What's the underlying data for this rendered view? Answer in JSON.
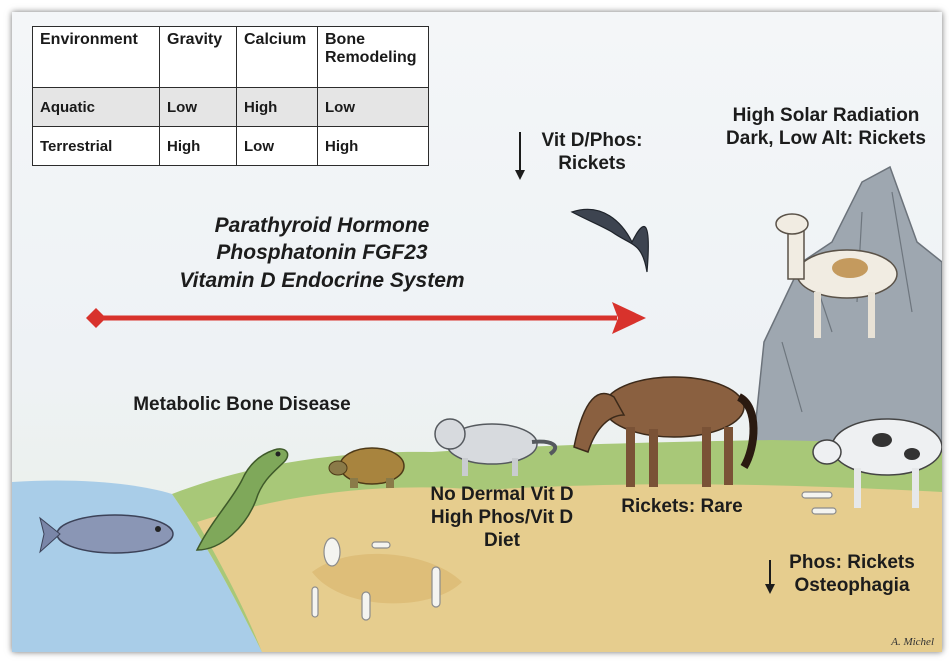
{
  "table": {
    "headers": [
      "Environment",
      "Gravity",
      "Calcium",
      "Bone Remodeling"
    ],
    "rows": [
      [
        "Aquatic",
        "Low",
        "High",
        "Low"
      ],
      [
        "Terrestrial",
        "High",
        "Low",
        "High"
      ]
    ]
  },
  "hormones": {
    "line1": "Parathyroid Hormone",
    "line2": "Phosphatonin FGF23",
    "line3": "Vitamin D Endocrine System"
  },
  "labels": {
    "vitd_phos_1": "Vit D/Phos:",
    "vitd_phos_2": "Rickets",
    "solar_1": "High Solar Radiation",
    "solar_2": "Dark, Low Alt: Rickets",
    "metabolic": "Metabolic Bone Disease",
    "dermal_1": "No Dermal Vit D",
    "dermal_2": "High Phos/Vit D",
    "dermal_3": "Diet",
    "rickets_rare": "Rickets: Rare",
    "phos_1": "Phos: Rickets",
    "phos_2": "Osteophagia"
  },
  "signature": "A. Michel",
  "colors": {
    "arrow": "#d8322c",
    "water": "#a9cde8",
    "land": "#9cbf6a",
    "sand": "#e3c98a",
    "mountain": "#9aa3ad"
  }
}
